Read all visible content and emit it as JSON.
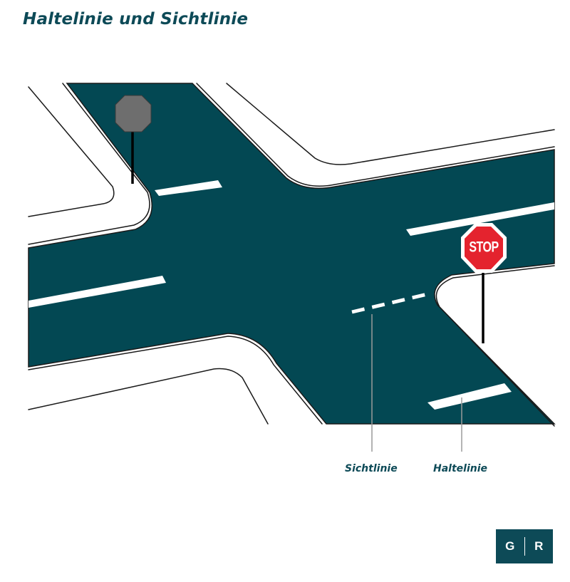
{
  "title": "Haltelinie und Sichtlinie",
  "labels": {
    "sichtlinie": "Sichtlinie",
    "haltelinie": "Haltelinie"
  },
  "stop_sign": {
    "text": "STOP"
  },
  "logo": {
    "left_letter": "G",
    "right_letter": "R"
  },
  "colors": {
    "road": "#034853",
    "title": "#0d4a57",
    "stop_sign": "#e4232e",
    "sign_back": "#6e6e6e",
    "sidewalk": "#ffffff",
    "callout_line": "#9a9a9a"
  },
  "icons": {
    "stop_sign": "octagon-stop-sign-icon",
    "sign_back": "octagon-sign-back-icon",
    "logo": "gr-logo"
  }
}
